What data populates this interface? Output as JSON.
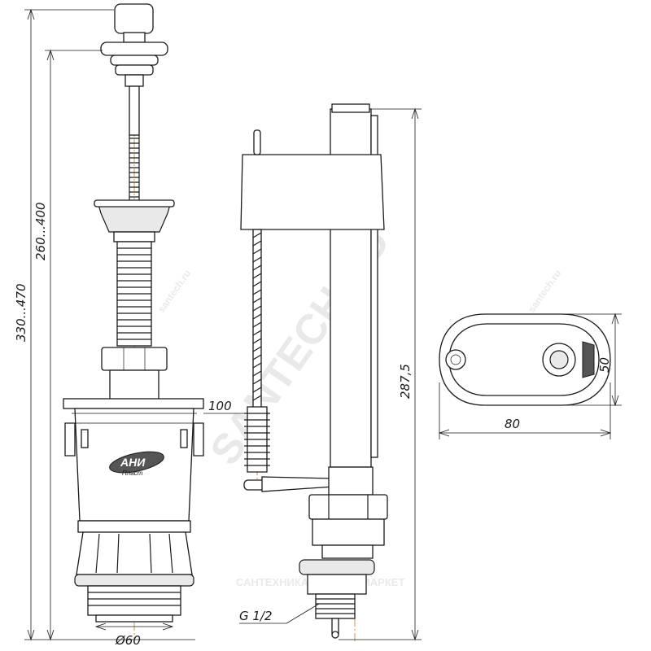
{
  "dimensions": {
    "total_height": "330...470",
    "lever_height": "260...400",
    "float_offset": "100",
    "valve_height": "287,5",
    "outline_height": "50",
    "outline_width": "80",
    "base_diameter": "Ø60",
    "thread": "G 1/2"
  },
  "logo": {
    "brand": "АНИ",
    "sub": "Пласт"
  },
  "watermark": {
    "main": "SANTECH.RU",
    "bottom": "САНТЕХНИКА-ОНЛАЙН МАРКЕТ",
    "small": "santech.ru"
  },
  "colors": {
    "line": "#1a1a1a",
    "centerline": "#c98a3a",
    "watermark": "#d8d8d8"
  }
}
